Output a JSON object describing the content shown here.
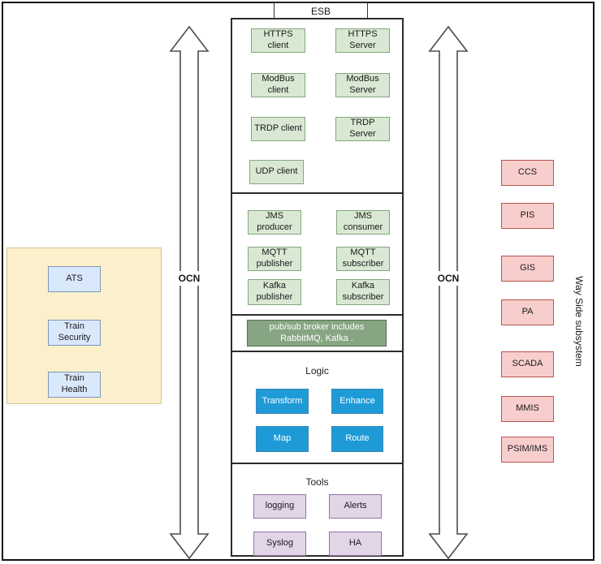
{
  "esb": {
    "label": "ESB",
    "adapters": [
      {
        "label": "HTTPS client"
      },
      {
        "label": "HTTPS Server"
      },
      {
        "label": "ModBus client"
      },
      {
        "label": "ModBus Server"
      },
      {
        "label": "TRDP client"
      },
      {
        "label": "TRDP Server"
      },
      {
        "label": "UDP client"
      }
    ],
    "messaging": [
      {
        "label": "JMS producer"
      },
      {
        "label": "JMS consumer"
      },
      {
        "label": "MQTT publisher"
      },
      {
        "label": "MQTT subscriber"
      },
      {
        "label": "Kafka publisher"
      },
      {
        "label": "Kafka subscriber"
      }
    ],
    "broker_label": "pub/sub broker  includes RabbitMQ, Kafka .",
    "logic": {
      "title": "Logic",
      "items": [
        {
          "label": "Transform"
        },
        {
          "label": "Enhance"
        },
        {
          "label": "Map"
        },
        {
          "label": "Route"
        }
      ]
    },
    "tools": {
      "title": "Tools",
      "items": [
        {
          "label": "logging"
        },
        {
          "label": "Alerts"
        },
        {
          "label": "Syslog"
        },
        {
          "label": "HA"
        }
      ]
    }
  },
  "train_panel": {
    "items": [
      {
        "label": "ATS"
      },
      {
        "label": "Train Security"
      },
      {
        "label": "Train Health"
      }
    ]
  },
  "ocn": {
    "left_label": "OCN",
    "right_label": "OCN"
  },
  "wayside": {
    "caption": "Way Side subsystem",
    "items": [
      {
        "label": "CCS"
      },
      {
        "label": "PIS"
      },
      {
        "label": "GIS"
      },
      {
        "label": "PA"
      },
      {
        "label": "SCADA"
      },
      {
        "label": "MMIS"
      },
      {
        "label": "PSIM/IMS"
      }
    ]
  },
  "colors": {
    "adapter_green": "#d9e8d3",
    "broker_sage": "#87a583",
    "logic_blue": "#1e9bd7",
    "tools_purple": "#e1d5e7",
    "wayside_pink": "#f8cecc",
    "train_blue": "#dae8fc",
    "panel_yellow": "#fbf0cb"
  }
}
